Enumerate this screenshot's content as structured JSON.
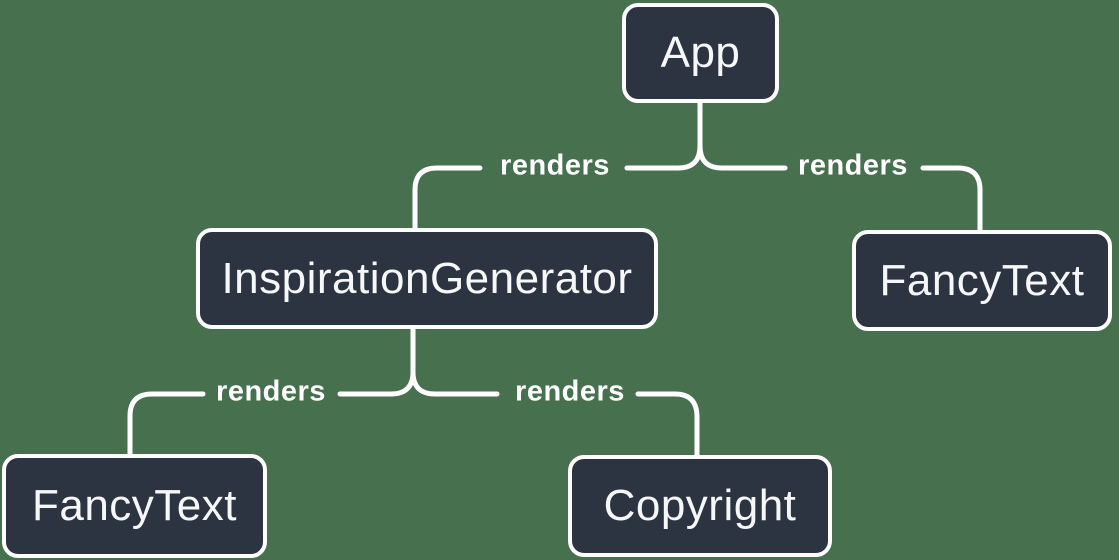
{
  "diagram": {
    "type": "render-tree",
    "colors": {
      "background": "#47704F",
      "node_fill": "#2D3441",
      "node_border": "#FFFFFF",
      "node_text": "#F6F7F9",
      "edge_line": "#FFFFFF",
      "edge_label_text": "#FFFFFF"
    },
    "nodes": {
      "app": {
        "label": "App"
      },
      "inspiration_generator": {
        "label": "InspirationGenerator"
      },
      "fancy_text_right": {
        "label": "FancyText"
      },
      "fancy_text_left": {
        "label": "FancyText"
      },
      "copyright": {
        "label": "Copyright"
      }
    },
    "edges": [
      {
        "from": "App",
        "to": "InspirationGenerator",
        "label": "renders"
      },
      {
        "from": "App",
        "to": "FancyText",
        "label": "renders"
      },
      {
        "from": "InspirationGenerator",
        "to": "FancyText",
        "label": "renders"
      },
      {
        "from": "InspirationGenerator",
        "to": "Copyright",
        "label": "renders"
      }
    ]
  }
}
